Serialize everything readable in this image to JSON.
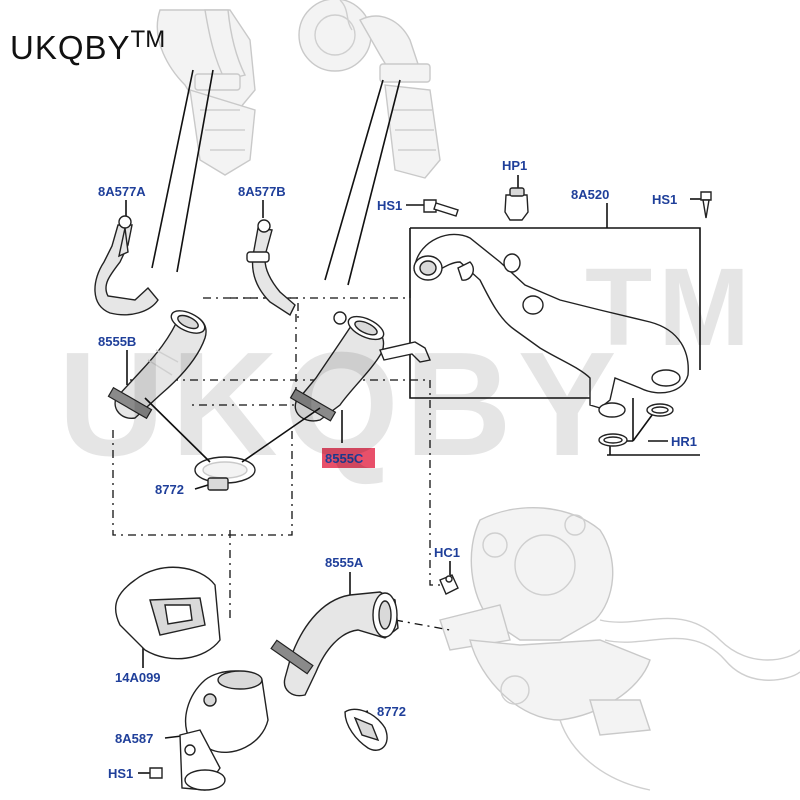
{
  "brand": {
    "name": "UKQBY",
    "mark": "TM"
  },
  "watermark": {
    "text": "UKQBY",
    "mark": "TM"
  },
  "highlight_color": "#e8506a",
  "label_color": "#1f3f9a",
  "labels": {
    "l_8a577a": "8A577A",
    "l_8a577b": "8A577B",
    "l_hs1_top": "HS1",
    "l_hp1": "HP1",
    "l_8a520": "8A520",
    "l_hs1_right": "HS1",
    "l_8555b": "8555B",
    "l_8555c": "8555C",
    "l_8772_left": "8772",
    "l_hr1": "HR1",
    "l_hc1": "HC1",
    "l_8555a": "8555A",
    "l_14a099": "14A099",
    "l_8772_bottom": "8772",
    "l_8a587": "8A587",
    "l_hs1_bottom": "HS1"
  }
}
